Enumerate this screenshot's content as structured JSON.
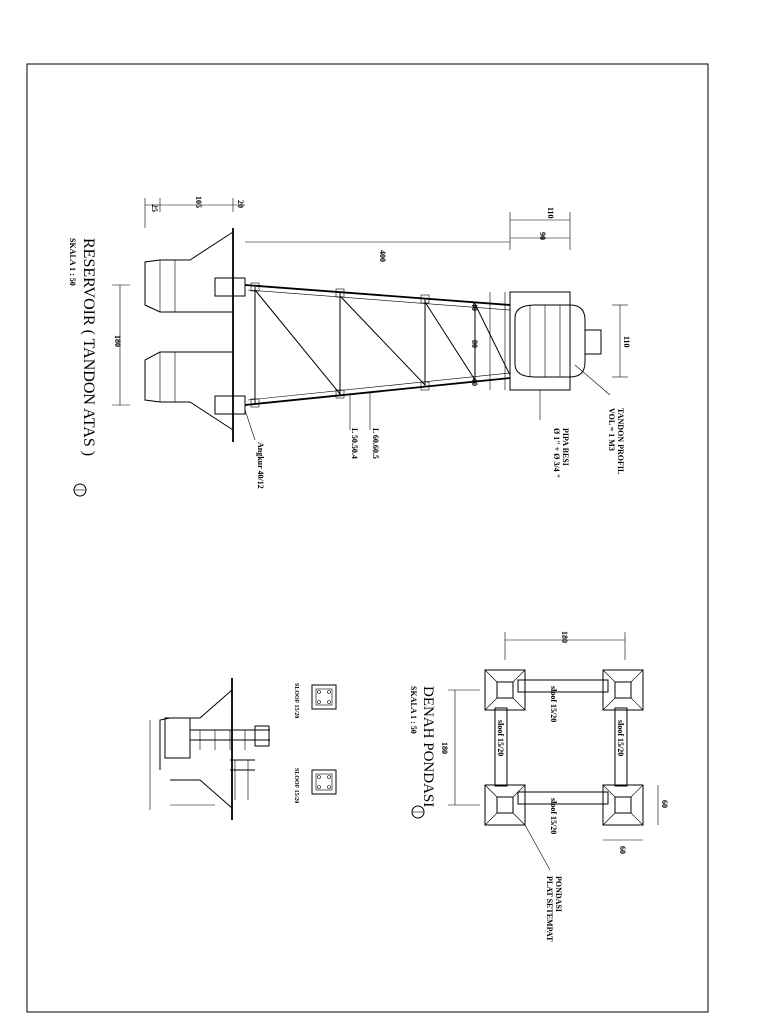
{
  "reservoir": {
    "title": "RESERVOIR ( TANDON ATAS )",
    "scale": "SKALA 1 : 50",
    "dims": {
      "d25": "25",
      "d105": "105",
      "d20": "20",
      "d400": "400",
      "d110top": "110",
      "d90": "90",
      "d180": "180",
      "d110right": "110",
      "d40a": "40",
      "d80": "80",
      "d40b": "40"
    },
    "labels": {
      "tandon": "TANDON PROFIL",
      "vol": "VOL = 1 M3",
      "pipa": "PIPA BESI",
      "pipa_dia": "Ø 1\" + Ø 3/4 \"",
      "angle1": "L 60.60.5",
      "angle2": "L 50.50.4",
      "angkur": "Angkur 40/12"
    }
  },
  "pondasi": {
    "title": "DENAH PONDASI",
    "scale": "SKALA 1 : 50",
    "dims": {
      "d180top": "180",
      "d180left": "180",
      "d60a": "60",
      "d60b": "60"
    },
    "labels": {
      "sloof_top": "sloof 15/20",
      "sloof_bottom": "sloof 15/20",
      "sloof_left": "sloof 15/20",
      "sloof_right": "sloof 15/20",
      "pondasi": "PONDASI",
      "plat": "PLAT SETEMPAT"
    }
  },
  "detail": {
    "sloof1": "SLOOF 15/20",
    "sloof2": "SLOOF 15/20"
  }
}
